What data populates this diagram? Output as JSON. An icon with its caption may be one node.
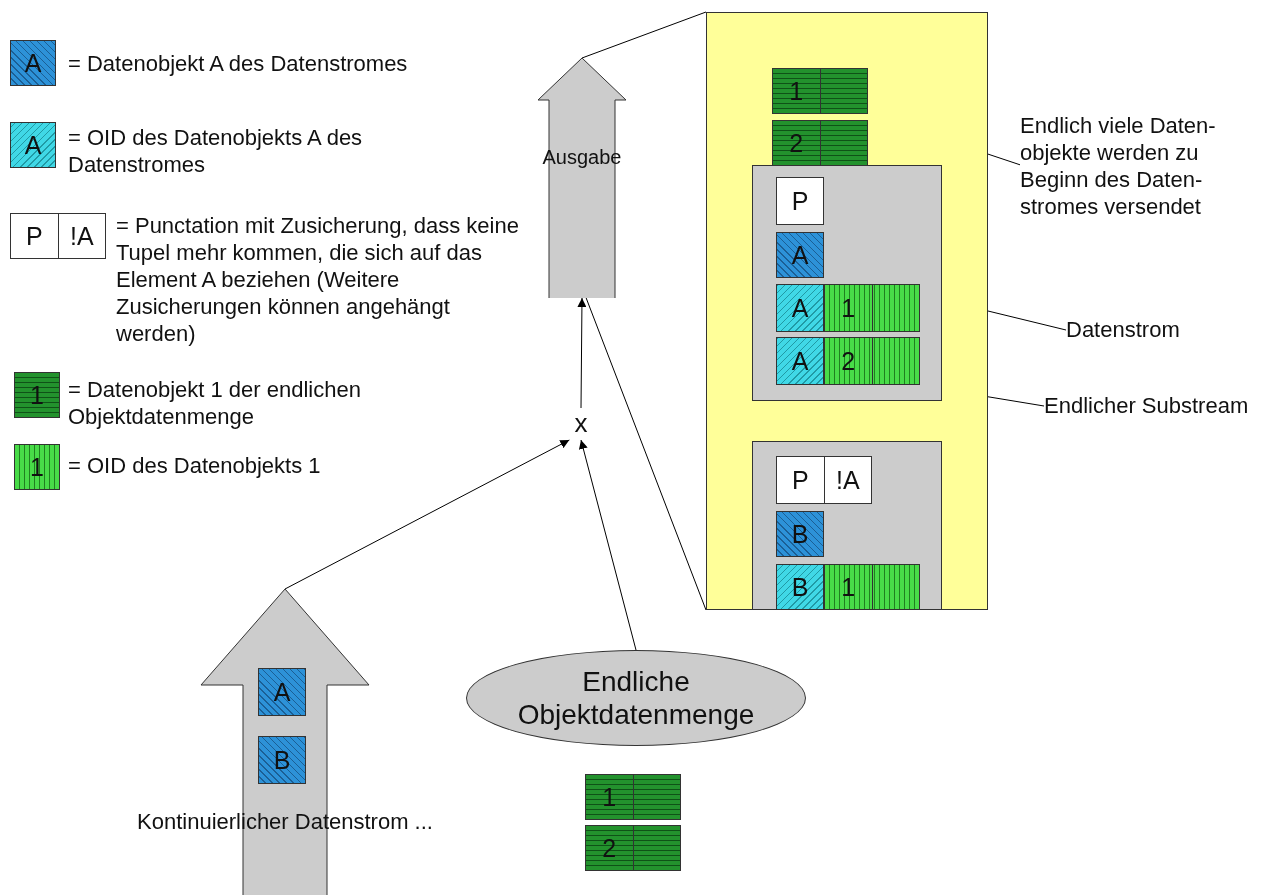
{
  "diagram": {
    "nodes": [
      {
        "text": [
          "A"
        ],
        "beside": [
          "= Datenobjekt A des Datenstromes"
        ]
      },
      {
        "text": [
          "A"
        ],
        "beside": [
          "= OID des Datenobjekts A des Datenstromes"
        ]
      },
      {
        "text": [
          "P",
          "!A"
        ],
        "beside": [
          "= Punctation mit Zusicherung, dass keine Tupel mehr kommen, die sich auf das Element A beziehen (Weitere Zusicherungen können angehängt werden)"
        ]
      },
      {
        "text": [
          "1"
        ],
        "beside": [
          "= Datenobjekt 1 der endlichen Objektdatenmenge"
        ]
      },
      {
        "text": [
          "1"
        ],
        "beside": [
          "= OID des Datenobjekts 1"
        ]
      },
      {
        "text": [
          "Ausgabe"
        ]
      },
      {
        "text": [],
        "shape": "box"
      },
      {
        "text": [
          "1"
        ],
        "in": 6
      },
      {
        "text": [
          "2"
        ],
        "in": 6
      },
      {
        "text": [],
        "shape": "box",
        "in": 6
      },
      {
        "text": [
          "P"
        ],
        "in": 9
      },
      {
        "text": [
          "A"
        ],
        "in": 9
      },
      {
        "text": [
          "A"
        ],
        "in": 9
      },
      {
        "text": [
          "1"
        ],
        "in": 9
      },
      {
        "text": [
          "A"
        ],
        "in": 9
      },
      {
        "text": [
          "2"
        ],
        "in": 9
      },
      {
        "text": [],
        "shape": "box",
        "in": 6
      },
      {
        "text": [
          "P",
          "!A"
        ],
        "in": 16
      },
      {
        "text": [
          "B"
        ],
        "in": 16
      },
      {
        "text": [
          "B"
        ],
        "in": 16
      },
      {
        "text": [
          "1"
        ],
        "in": 16
      },
      {
        "text": [
          "Endlich viele Daten- objekte werden zu Beginn des Daten- stromes versendet"
        ]
      },
      {
        "text": [
          "Datenstrom"
        ]
      },
      {
        "text": [
          "Endlicher Substream"
        ]
      },
      {
        "text": [
          "x"
        ]
      },
      {
        "text": [
          "Kontinuierlicher Datenstrom ..."
        ]
      },
      {
        "text": [
          "A"
        ],
        "in": 25
      },
      {
        "text": [
          "B"
        ],
        "in": 25
      },
      {
        "text": [
          "Endliche Objektdatenmenge"
        ]
      },
      {
        "text": [
          "1"
        ]
      },
      {
        "text": [
          "2"
        ]
      }
    ],
    "edges": [
      {
        "from": 5,
        "to": 6,
        "arrow": "none"
      },
      {
        "from": 24,
        "to": 5,
        "arrow": "to"
      },
      {
        "from": 5,
        "to": 6,
        "arrow": "none"
      },
      {
        "from": 21,
        "to": 7,
        "arrow": "none"
      },
      {
        "from": 22,
        "to": 6,
        "arrow": "none"
      },
      {
        "from": 23,
        "to": 9,
        "arrow": "none"
      },
      {
        "from": 25,
        "to": 24,
        "arrow": "to"
      },
      {
        "from": 28,
        "to": 24,
        "arrow": "to"
      }
    ]
  }
}
